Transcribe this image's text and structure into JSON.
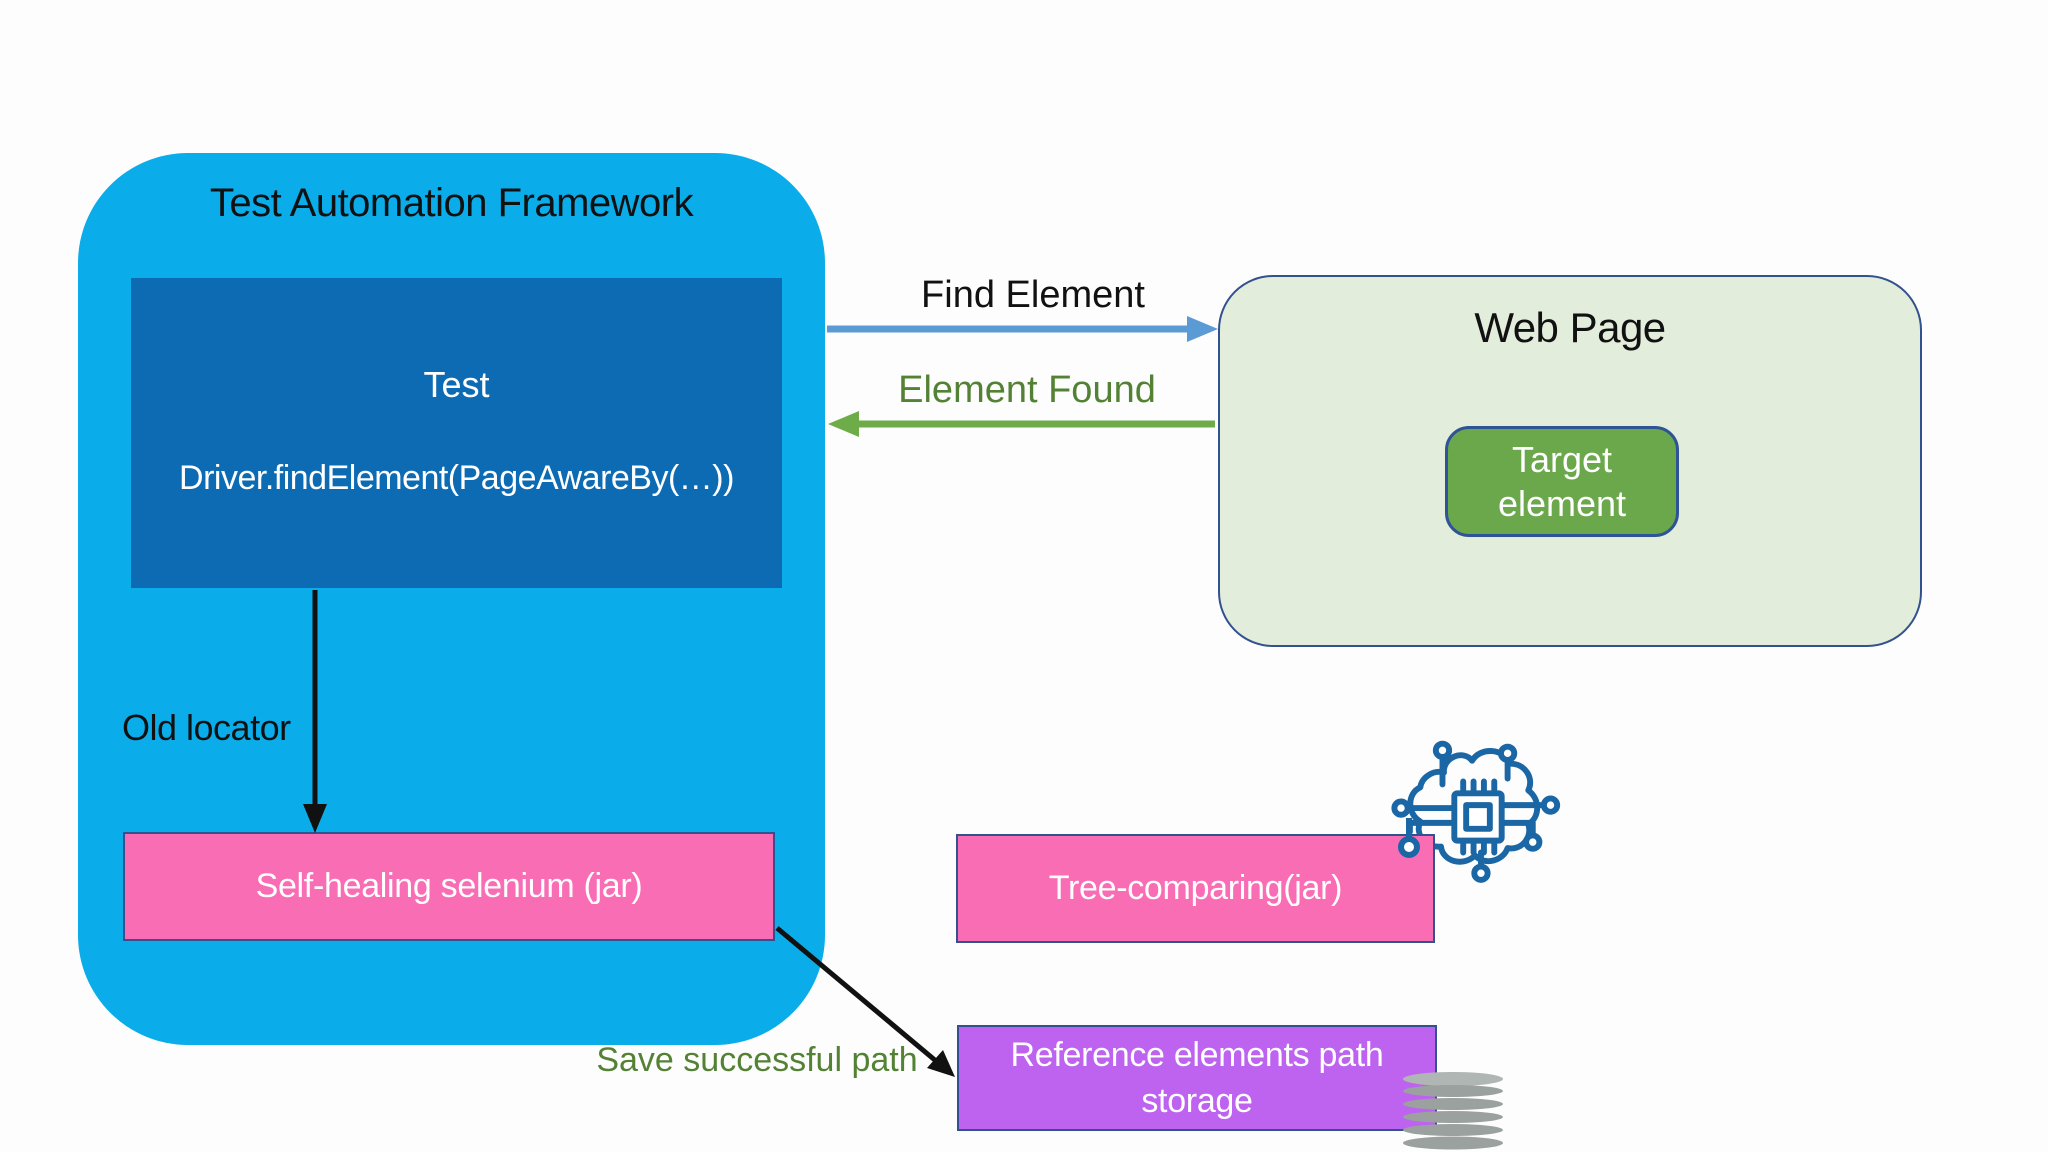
{
  "framework": {
    "title": "Test Automation Framework"
  },
  "test_box": {
    "line1": "Test",
    "line2": "Driver.findElement(PageAwareBy(…))"
  },
  "labels": {
    "old_locator": "Old locator",
    "find_element": "Find Element",
    "element_found": "Element Found",
    "save_path": "Save successful path"
  },
  "boxes": {
    "selfheal": "Self-healing selenium (jar)",
    "tree": "Tree-comparing(jar)",
    "storage_line1": "Reference elements path",
    "storage_line2": "storage"
  },
  "webpage": {
    "title": "Web Page",
    "target_line1": "Target",
    "target_line2": "element"
  },
  "icons": {
    "ai": "ai-chip-brain-icon",
    "db": "database-storage-icon"
  },
  "colors": {
    "cyan": "#0aade9",
    "dark-blue": "#0d6bb4",
    "pink": "#f96db5",
    "purple": "#bd63f0",
    "sage": "#e3eddb",
    "green-box": "#6ba84c",
    "navy": "#33518e",
    "arrow-blue": "#5b9bd5",
    "arrow-green": "#6eac49",
    "text-green": "#548235",
    "icon-blue": "#1b67a5",
    "db-gray": "#9aa19f",
    "db-gray-light": "#b0b6b4",
    "ink": "#111111",
    "bg": "#fdfdfd"
  }
}
